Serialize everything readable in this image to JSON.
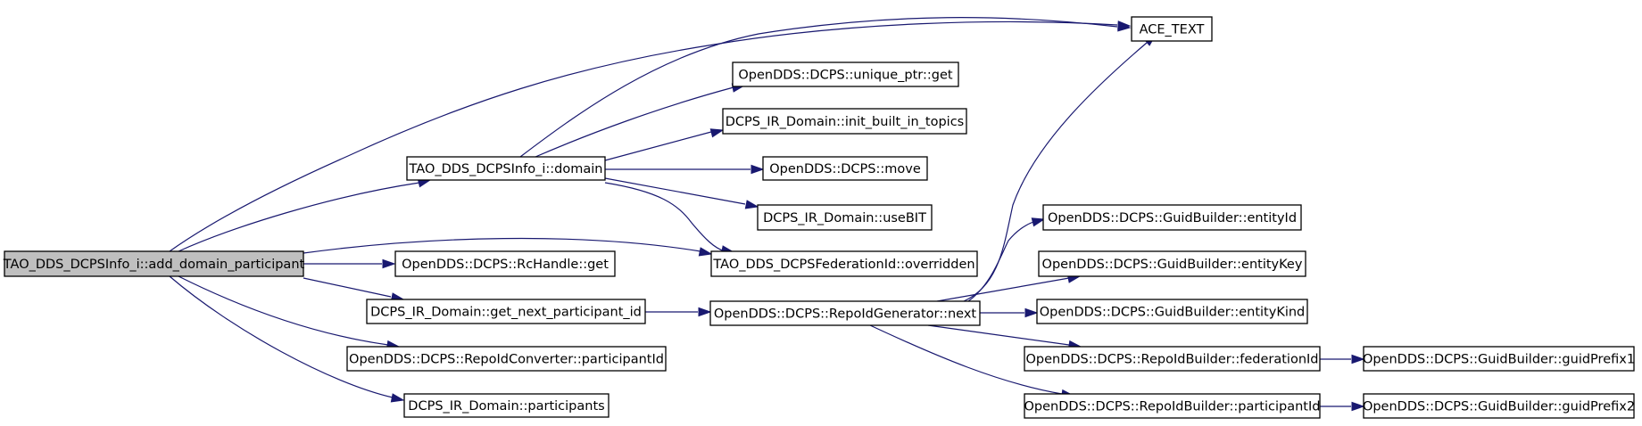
{
  "graph": {
    "root": "TAO_DDS_DCPSInfo_i::add_domain_participant",
    "nodes": [
      {
        "id": "root",
        "label": "TAO_DDS_DCPSInfo_i::add_domain_participant",
        "highlighted": true
      },
      {
        "id": "domain",
        "label": "TAO_DDS_DCPSInfo_i::domain"
      },
      {
        "id": "ace_text",
        "label": "ACE_TEXT"
      },
      {
        "id": "unique_get",
        "label": "OpenDDS::DCPS::unique_ptr::get"
      },
      {
        "id": "init_bit",
        "label": "DCPS_IR_Domain::init_built_in_topics"
      },
      {
        "id": "move",
        "label": "OpenDDS::DCPS::move"
      },
      {
        "id": "usebit",
        "label": "DCPS_IR_Domain::useBIT"
      },
      {
        "id": "overridden",
        "label": "TAO_DDS_DCPSFederationId::overridden"
      },
      {
        "id": "rchandle_get",
        "label": "OpenDDS::DCPS::RcHandle::get"
      },
      {
        "id": "get_next",
        "label": "DCPS_IR_Domain::get_next_participant_id"
      },
      {
        "id": "next",
        "label": "OpenDDS::DCPS::RepoIdGenerator::next"
      },
      {
        "id": "conv_pid",
        "label": "OpenDDS::DCPS::RepoIdConverter::participantId"
      },
      {
        "id": "participants",
        "label": "DCPS_IR_Domain::participants"
      },
      {
        "id": "entityId",
        "label": "OpenDDS::DCPS::GuidBuilder::entityId"
      },
      {
        "id": "entityKey",
        "label": "OpenDDS::DCPS::GuidBuilder::entityKey"
      },
      {
        "id": "entityKind",
        "label": "OpenDDS::DCPS::GuidBuilder::entityKind"
      },
      {
        "id": "federationId",
        "label": "OpenDDS::DCPS::RepoIdBuilder::federationId"
      },
      {
        "id": "builder_pid",
        "label": "OpenDDS::DCPS::RepoIdBuilder::participantId"
      },
      {
        "id": "guidPrefix1",
        "label": "OpenDDS::DCPS::GuidBuilder::guidPrefix1"
      },
      {
        "id": "guidPrefix2",
        "label": "OpenDDS::DCPS::GuidBuilder::guidPrefix2"
      }
    ],
    "edges": [
      [
        "root",
        "ace_text"
      ],
      [
        "root",
        "domain"
      ],
      [
        "root",
        "overridden"
      ],
      [
        "root",
        "rchandle_get"
      ],
      [
        "root",
        "get_next"
      ],
      [
        "root",
        "conv_pid"
      ],
      [
        "root",
        "participants"
      ],
      [
        "domain",
        "ace_text"
      ],
      [
        "domain",
        "unique_get"
      ],
      [
        "domain",
        "init_bit"
      ],
      [
        "domain",
        "move"
      ],
      [
        "domain",
        "usebit"
      ],
      [
        "domain",
        "overridden"
      ],
      [
        "get_next",
        "next"
      ],
      [
        "next",
        "ace_text"
      ],
      [
        "next",
        "entityId"
      ],
      [
        "next",
        "entityKey"
      ],
      [
        "next",
        "entityKind"
      ],
      [
        "next",
        "federationId"
      ],
      [
        "next",
        "builder_pid"
      ],
      [
        "federationId",
        "guidPrefix1"
      ],
      [
        "builder_pid",
        "guidPrefix2"
      ]
    ],
    "colors": {
      "node_fill": "#ffffff",
      "root_fill": "#bfbfbf",
      "border": "#000000",
      "edge": "#191970"
    }
  }
}
